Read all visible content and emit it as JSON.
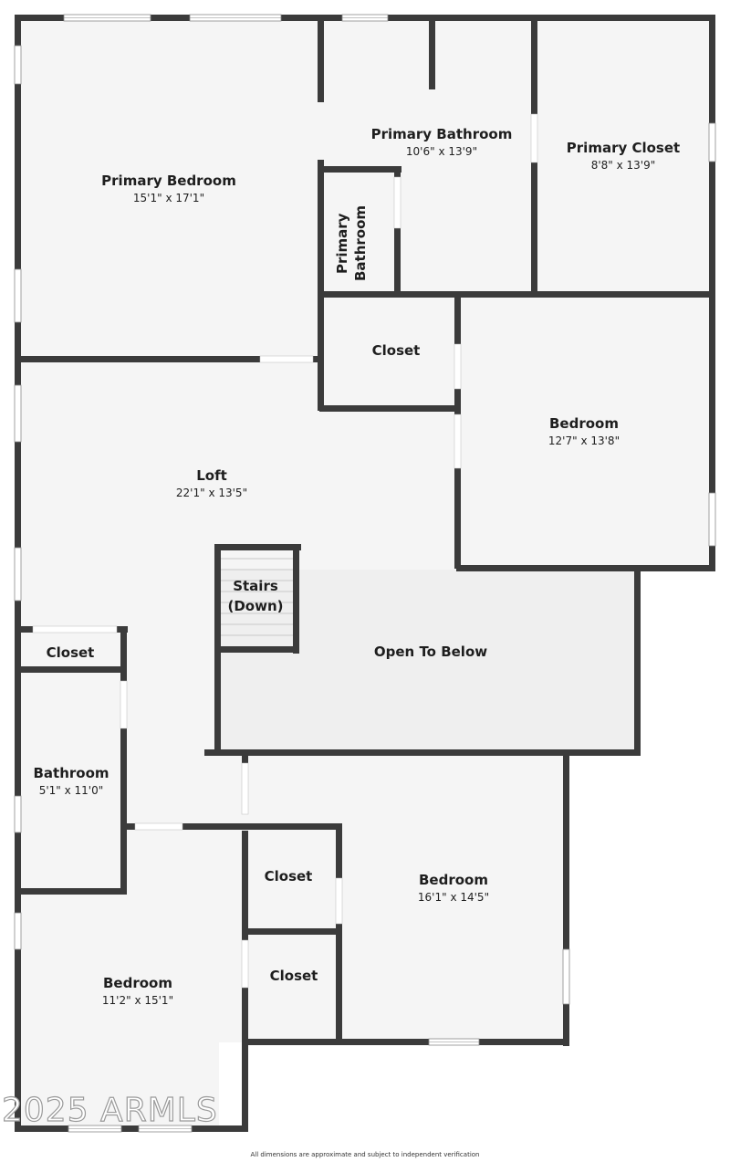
{
  "rooms": {
    "primary_bedroom": {
      "name": "Primary Bedroom",
      "dim": "15'1\" x 17'1\""
    },
    "primary_bathroom": {
      "name": "Primary Bathroom",
      "dim": "10'6\" x 13'9\""
    },
    "primary_closet": {
      "name": "Primary Closet",
      "dim": "8'8\" x 13'9\""
    },
    "primary_bathroom_small": {
      "line1": "Primary",
      "line2": "Bathroom"
    },
    "closet_upper": {
      "name": "Closet"
    },
    "bedroom_right": {
      "name": "Bedroom",
      "dim": "12'7\" x 13'8\""
    },
    "loft": {
      "name": "Loft",
      "dim": "22'1\" x 13'5\""
    },
    "stairs": {
      "line1": "Stairs",
      "line2": "(Down)"
    },
    "open_to_below": {
      "name": "Open To Below"
    },
    "closet_left": {
      "name": "Closet"
    },
    "bathroom": {
      "name": "Bathroom",
      "dim": "5'1\" x 11'0\""
    },
    "closet_mid_1": {
      "name": "Closet"
    },
    "closet_mid_2": {
      "name": "Closet"
    },
    "bedroom_lower_right": {
      "name": "Bedroom",
      "dim": "16'1\" x 14'5\""
    },
    "bedroom_lower_left": {
      "name": "Bedroom",
      "dim": "11'2\" x 15'1\""
    }
  },
  "watermark": "2025 ARMLS",
  "disclaimer": "All dimensions are approximate and subject to independent verification",
  "colors": {
    "wall": "#3b3b3b",
    "floor": "#f5f5f5",
    "open_below": "#efefef",
    "background": "#ffffff"
  }
}
